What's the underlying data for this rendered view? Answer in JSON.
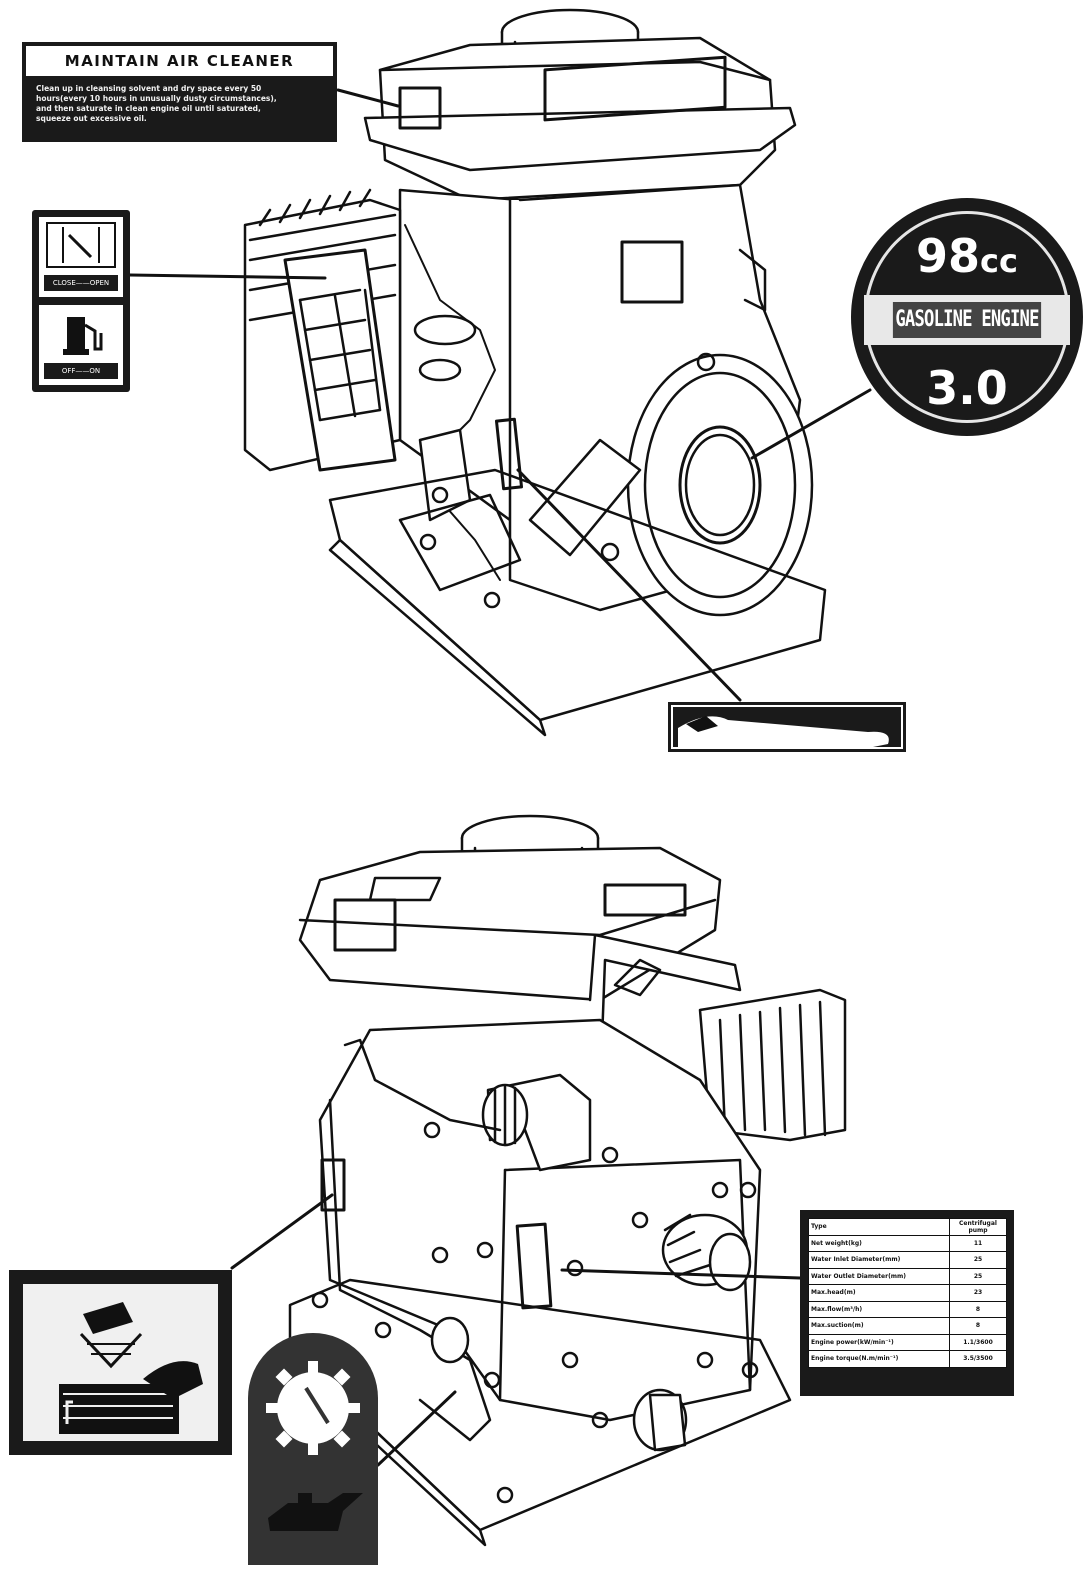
{
  "air_cleaner_label": {
    "title": "MAINTAIN AIR CLEANER",
    "body_lines": [
      "Clean up in cleansing solvent and dry space every 50",
      "hours(every 10 hours in unusually dusty circumstances),",
      "and then saturate in clean engine oil until saturated,",
      "squeeze out excessive oil."
    ]
  },
  "choke_label": {
    "choke_caption": "CLOSE——OPEN",
    "fuel_caption": "OFF——ON",
    "choke_icon": "choke-lever-icon",
    "fuel_icon": "fuel-pump-icon"
  },
  "engine_badge": {
    "displacement": "98",
    "displacement_unit": "cc",
    "type": "GASOLINE ENGINE",
    "power": "3.0"
  },
  "oil_tab_label": {
    "icon": "oil-can-hand-icon"
  },
  "spec_table": {
    "header": {
      "label": "Type",
      "value": "Centrifugal pump"
    },
    "rows": [
      {
        "label": "Net weight(kg)",
        "value": "11"
      },
      {
        "label": "Water Inlet Diameter(mm)",
        "value": "25"
      },
      {
        "label": "Water Outlet Diameter(mm)",
        "value": "25"
      },
      {
        "label": "Max.head(m)",
        "value": "23"
      },
      {
        "label": "Max.flow(m³/h)",
        "value": "8"
      },
      {
        "label": "Max.suction(m)",
        "value": "8"
      },
      {
        "label": "Engine power(kW/min⁻¹)",
        "value": "1.1/3600"
      },
      {
        "label": "Engine torque(N.m/min⁻¹)",
        "value": "3.5/3500"
      }
    ]
  },
  "warning_label": {
    "icon": "pour-water-prime-icon"
  },
  "dipstick_label": {
    "top_icon": "gear-sun-icon",
    "bottom_icon": "oil-can-icon"
  },
  "colors": {
    "label_black": "#1a1a1a",
    "line": "#111111",
    "paper": "#ffffff"
  }
}
